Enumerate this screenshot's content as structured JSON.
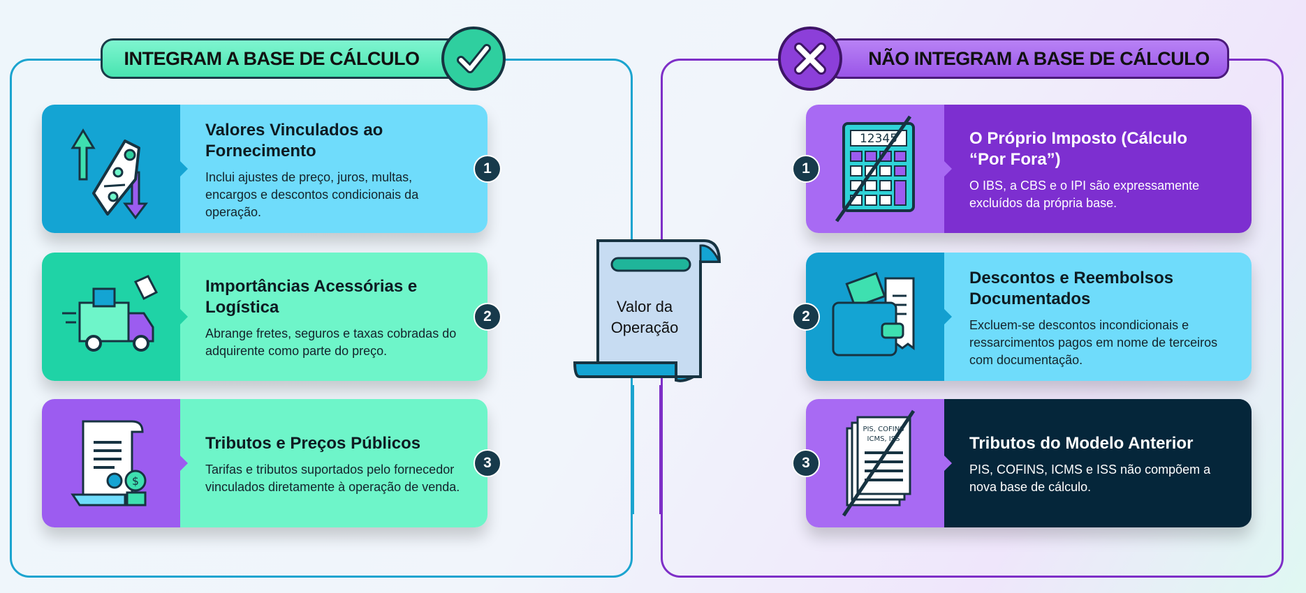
{
  "left": {
    "title": "INTEGRAM A BASE DE CÁLCULO",
    "icon": "check-icon",
    "color": "#1ba4cf",
    "items": [
      {
        "num": "1",
        "title": "Valores Vinculados ao Fornecimento",
        "desc": "Inclui ajustes de preço, juros, multas, encargos e descontos condicionais da operação.",
        "icon": "price-tag-arrows-icon"
      },
      {
        "num": "2",
        "title": "Importâncias Acessórias e Logística",
        "desc": "Abrange fretes, seguros e taxas cobradas do adquirente como parte do preço.",
        "icon": "delivery-truck-icon"
      },
      {
        "num": "3",
        "title": "Tributos e Preços Públicos",
        "desc": "Tarifas e tributos suportados pelo fornecedor vinculados diretamente à operação de venda.",
        "icon": "certificate-coins-icon"
      }
    ]
  },
  "center": {
    "label": "Valor da Operação",
    "icon": "scroll-icon"
  },
  "right": {
    "title": "NÃO INTEGRAM A BASE DE CÁLCULO",
    "icon": "x-icon",
    "color": "#7e2fc7",
    "items": [
      {
        "num": "1",
        "title": "O Próprio Imposto (Cálculo “Por Fora”)",
        "desc": "O IBS, a CBS e o IPI são expressamente excluídos da própria base.",
        "icon": "calculator-crossed-icon",
        "icon_text": "12345"
      },
      {
        "num": "2",
        "title": "Descontos e Reembolsos Documentados",
        "desc": "Excluem-se descontos incondicionais e ressarcimentos pagos em nome de terceiros com documentação.",
        "icon": "wallet-receipt-icon"
      },
      {
        "num": "3",
        "title": "Tributos do Modelo Anterior",
        "desc": "PIS, COFINS, ICMS e ISS não compõem a nova base de cálculo.",
        "icon": "documents-crossed-icon",
        "icon_text": "PIS, COFINS ICMS, ISS"
      }
    ]
  }
}
